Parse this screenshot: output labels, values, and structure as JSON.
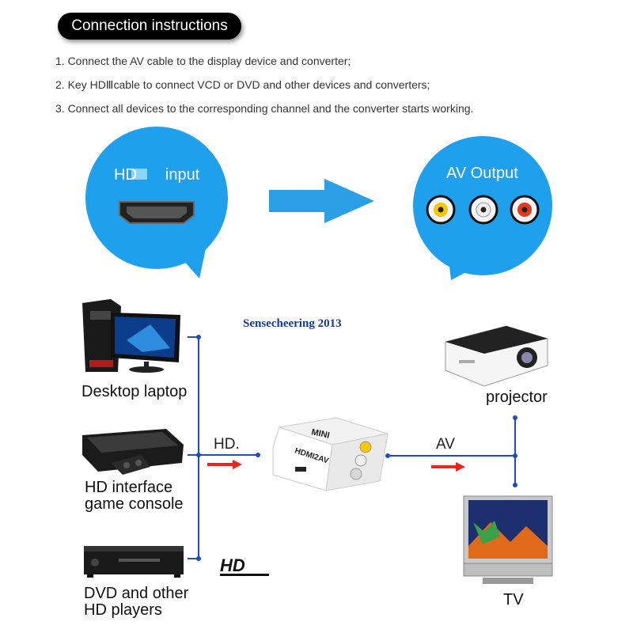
{
  "title": "Connection instructions",
  "steps": [
    "1. Connect the AV cable to the display device and converter;",
    "2. Key HDⅢcable to connect VCD or DVD and other devices and converters;",
    "3. Connect all devices to the corresponding channel and the converter starts working."
  ],
  "bubbles": {
    "input_prefix": "HD",
    "input_word": "input",
    "output": "AV Output"
  },
  "brand_text": "Sensecheering 2013",
  "devices": {
    "desktop": "Desktop laptop",
    "console_line1": "HD interface",
    "console_line2": "game console",
    "dvd_line1": "DVD and other",
    "dvd_line2": "HD players",
    "projector": "projector",
    "tv": "TV"
  },
  "signals": {
    "hd": "HD.",
    "av": "AV"
  },
  "converter": {
    "top_label": "MINI",
    "front_label": "HDMI2AV"
  },
  "hd_logo": "HD",
  "colors": {
    "bubble_blue": "#1ea0ec",
    "arrow_blue": "#2b9fe6",
    "line_blue": "#1f4fb5",
    "arrow_red": "#e8261b"
  }
}
